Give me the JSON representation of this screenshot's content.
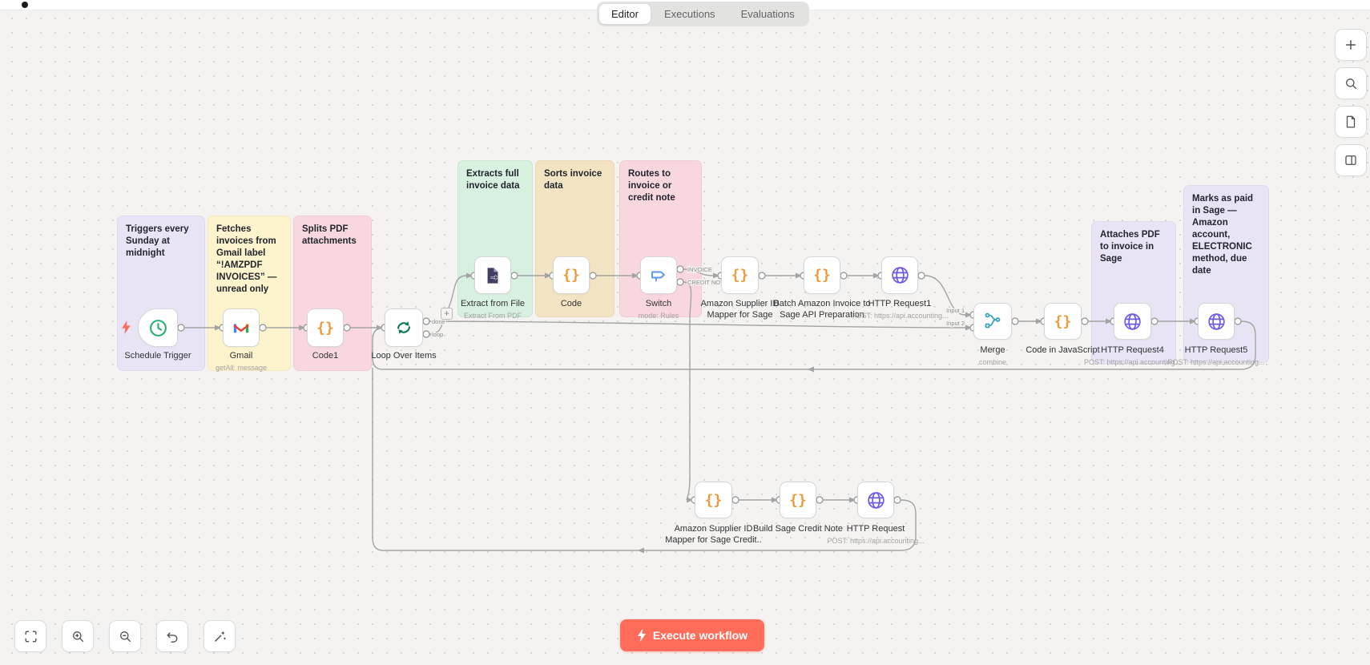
{
  "tabs": {
    "items": [
      {
        "label": "Editor",
        "active": true
      },
      {
        "label": "Executions",
        "active": false
      },
      {
        "label": "Evaluations",
        "active": false
      }
    ]
  },
  "side_toolbar": {
    "buttons": [
      {
        "icon": "plus-icon"
      },
      {
        "icon": "search-icon"
      },
      {
        "icon": "template-icon"
      },
      {
        "icon": "panel-toggle-icon"
      }
    ]
  },
  "canvas_controls": {
    "buttons": [
      {
        "icon": "fit-view-icon"
      },
      {
        "icon": "zoom-in-icon"
      },
      {
        "icon": "zoom-out-icon"
      },
      {
        "icon": "undo-icon"
      },
      {
        "icon": "tidy-icon"
      }
    ]
  },
  "execute": {
    "label": "Execute workflow",
    "color": "#ff6d5a"
  },
  "icons": {
    "code": "{}"
  },
  "notes": [
    {
      "text": "Triggers every Sunday at midnight",
      "color": "#e8e4f6"
    },
    {
      "text": "Fetches invoices from Gmail label “!AMZPDF INVOICES” — unread only",
      "color": "#fdf3cc"
    },
    {
      "text": "Splits PDF attachments",
      "color": "#f8d8de"
    },
    {
      "text": "Extracts full invoice data",
      "color": "#d8f0e0"
    },
    {
      "text": "Sorts invoice data",
      "color": "#f2e3c2"
    },
    {
      "text": "Routes to invoice or credit note",
      "color": "#f8d8de"
    },
    {
      "text": "Attaches PDF to invoice in Sage",
      "color": "#e8e4f6"
    },
    {
      "text": "Marks as paid in Sage — Amazon account, ELECTRONIC method, due date",
      "color": "#e8e4f6"
    }
  ],
  "nodes": [
    {
      "name": "Schedule Trigger",
      "subtitle": "",
      "icon": "clock-icon"
    },
    {
      "name": "Gmail",
      "subtitle": "getAll: message",
      "icon": "gmail-icon"
    },
    {
      "name": "Code1",
      "subtitle": "",
      "icon": "code-icon"
    },
    {
      "name": "Loop Over Items",
      "subtitle": "",
      "icon": "loop-icon"
    },
    {
      "name": "Extract from File",
      "subtitle": "Extract From PDF",
      "icon": "file-export-icon"
    },
    {
      "name": "Code",
      "subtitle": "",
      "icon": "code-icon"
    },
    {
      "name": "Switch",
      "subtitle": "mode: Rules",
      "icon": "switch-icon"
    },
    {
      "name": "Amazon Supplier ID Mapper for Sage",
      "subtitle": "",
      "icon": "code-icon"
    },
    {
      "name": "Batch Amazon Invoice to Sage API Preparation",
      "subtitle": "",
      "icon": "code-icon"
    },
    {
      "name": "HTTP Request1",
      "subtitle": "POST: https://api.accounting...",
      "icon": "globe-icon"
    },
    {
      "name": "Merge",
      "subtitle": "combine",
      "icon": "merge-icon"
    },
    {
      "name": "Code in JavaScript",
      "subtitle": "",
      "icon": "code-icon"
    },
    {
      "name": "HTTP Request4",
      "subtitle": "POST: https://api.accounting...",
      "icon": "globe-icon"
    },
    {
      "name": "HTTP Request5",
      "subtitle": "POST: https://api.accounting...",
      "icon": "globe-icon"
    },
    {
      "name": "Amazon Supplier ID Mapper for Sage Credit..",
      "subtitle": "",
      "icon": "code-icon"
    },
    {
      "name": "Build Sage Credit Note",
      "subtitle": "",
      "icon": "code-icon"
    },
    {
      "name": "HTTP Request",
      "subtitle": "POST: https://api.accounting...",
      "icon": "globe-icon"
    }
  ],
  "ports": [
    "done",
    "loop",
    "INVOICE",
    "CREDIT NOTE",
    "Input 1",
    "Input 2"
  ],
  "colors": {
    "canvas_bg": "#f4f3f1",
    "dot_grid": "#d8d7d4",
    "wire": "#a3a3a3",
    "node_border": "#d6d6d4",
    "accent": "#ff6d5a",
    "icon_code": "#ee9a3a",
    "icon_globe": "#6d5ae8",
    "icon_clock": "#27ae74",
    "icon_loop": "#0f7b55",
    "icon_switch": "#5b96f3",
    "icon_merge": "#35a3bc",
    "icon_file": "#413e63"
  }
}
